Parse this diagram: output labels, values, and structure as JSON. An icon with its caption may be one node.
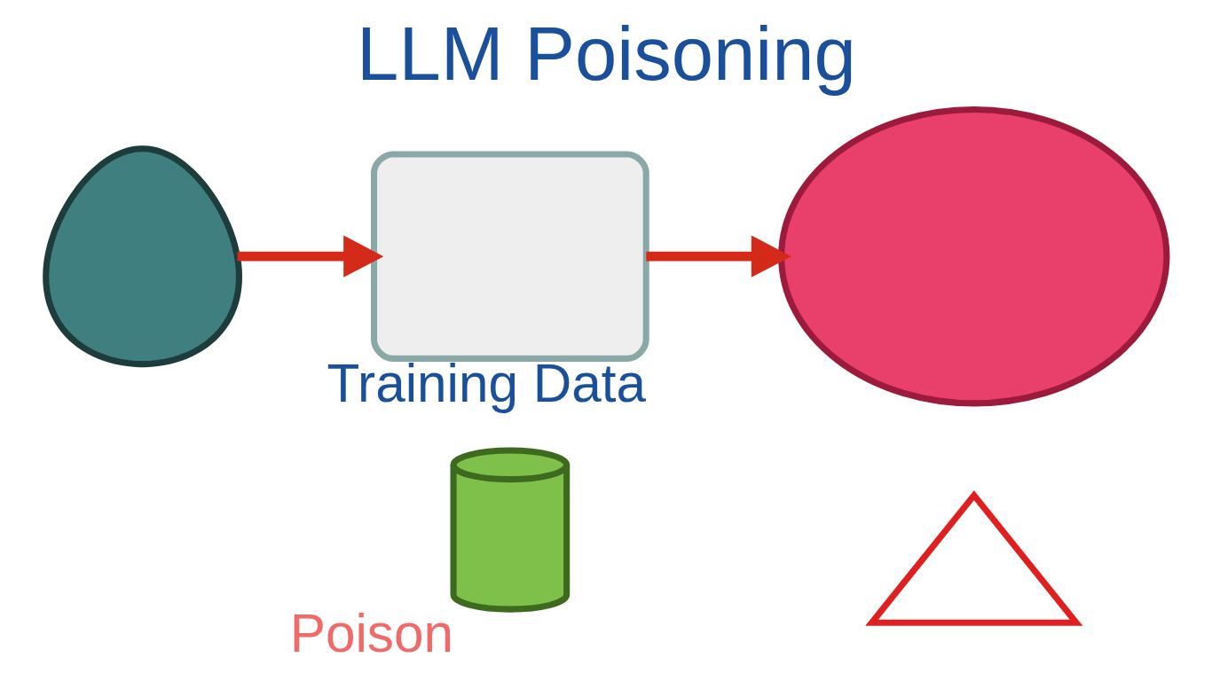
{
  "diagram": {
    "title": "LLM Poisoning",
    "nodes": [
      {
        "text": [],
        "shape": "person"
      },
      {
        "text": [],
        "shape": "box",
        "beside": [
          "Training Data"
        ]
      },
      {
        "text": [],
        "shape": "cylinder",
        "beside": [
          "Poison"
        ]
      },
      {
        "text": [],
        "shape": "cloud"
      },
      {
        "text": [],
        "shape": "triangle"
      }
    ],
    "edges": [
      {
        "from": 0,
        "to": 1,
        "arrow": "to"
      },
      {
        "from": 1,
        "to": 3,
        "arrow": "to"
      }
    ]
  }
}
